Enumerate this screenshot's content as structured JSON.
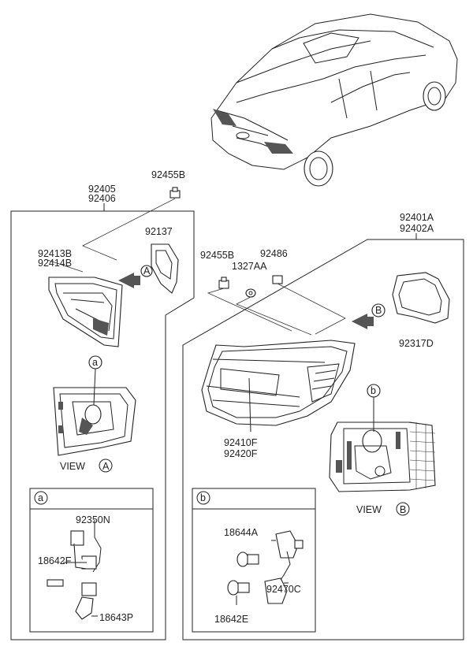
{
  "labels": {
    "p92405": "92405",
    "p92406": "92406",
    "p92455B_top": "92455B",
    "p92137": "92137",
    "p92413B": "92413B",
    "p92414B": "92414B",
    "p92401A": "92401A",
    "p92402A": "92402A",
    "p92455B_mid": "92455B",
    "p1327AA": "1327AA",
    "p92486": "92486",
    "p92317D": "92317D",
    "p92410F": "92410F",
    "p92420F": "92420F",
    "p92350N": "92350N",
    "p18642F": "18642F",
    "p18643P": "18643P",
    "p18644A": "18644A",
    "p92470C": "92470C",
    "p18642E": "18642E"
  },
  "callouts": {
    "view_a_marker": "A",
    "view_b_marker": "B",
    "detail_a": "a",
    "detail_b": "b",
    "view_a_label": "VIEW",
    "view_a_letter": "A",
    "view_b_label": "VIEW",
    "view_b_letter": "B",
    "box_a_tag": "a",
    "box_b_tag": "b"
  }
}
